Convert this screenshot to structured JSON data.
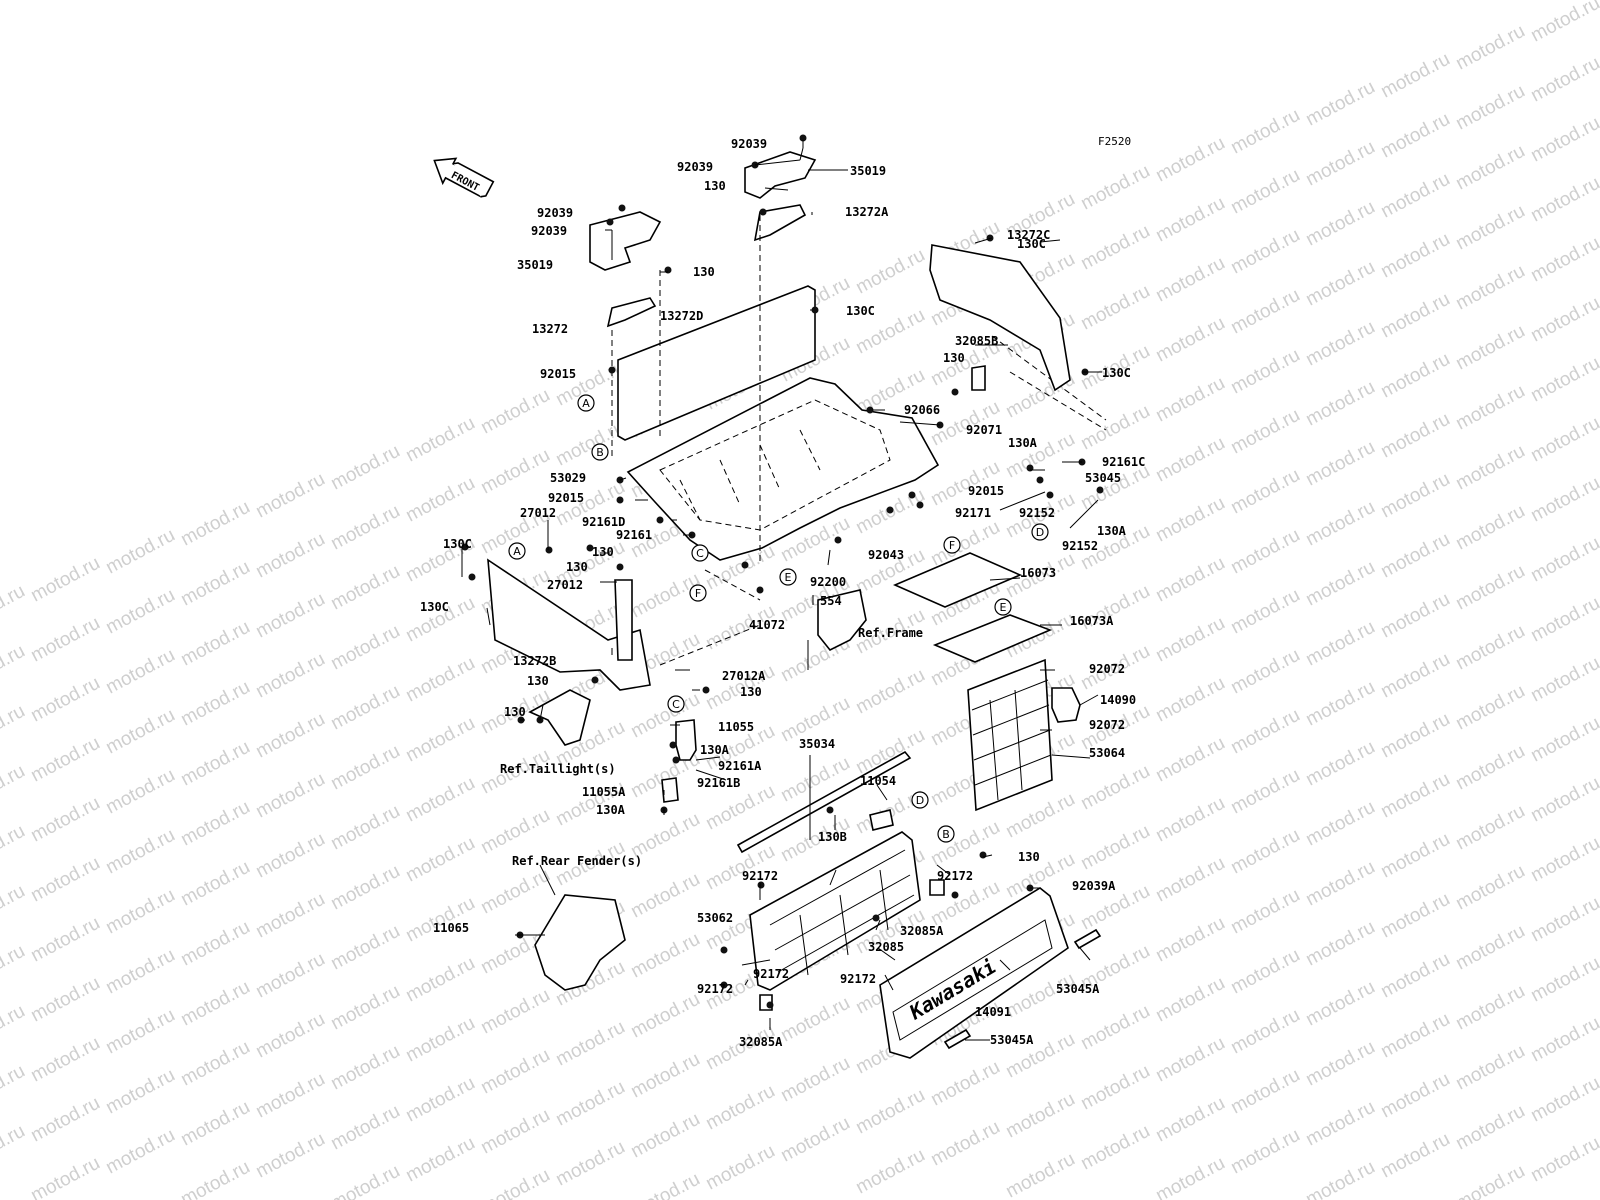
{
  "diagram": {
    "code": "F2520",
    "watermark": "motod.ru",
    "front_arrow": "FRONT",
    "brand_on_tailgate": "Kawasaki",
    "refs": {
      "frame": "Ref.Frame",
      "taillight": "Ref.Taillight(s)",
      "rear_fender": "Ref.Rear Fender(s)"
    },
    "callouts": {
      "a": "A",
      "b": "B",
      "c": "C",
      "d": "D",
      "e": "E",
      "f": "F"
    },
    "parts": {
      "p92039": "92039",
      "p92039a": "92039A",
      "p35019": "35019",
      "p130": "130",
      "p130a": "130A",
      "p130b": "130B",
      "p130c": "130C",
      "p13272": "13272",
      "p13272a": "13272A",
      "p13272b": "13272B",
      "p13272c": "13272C",
      "p13272d": "13272D",
      "p92015": "92015",
      "p53029": "53029",
      "p27012": "27012",
      "p27012a": "27012A",
      "p92161": "92161",
      "p92161a": "92161A",
      "p92161b": "92161B",
      "p92161c": "92161C",
      "p92161d": "92161D",
      "p41072": "41072",
      "p554": "554",
      "p92200": "92200",
      "p92043": "92043",
      "p92171": "92171",
      "p92066": "92066",
      "p92071": "92071",
      "p32085": "32085",
      "p32085a": "32085A",
      "p32085b": "32085B",
      "p53045": "53045",
      "p53045a": "53045A",
      "p92152": "92152",
      "p16073": "16073",
      "p16073a": "16073A",
      "p92072": "92072",
      "p14090": "14090",
      "p14091": "14091",
      "p53064": "53064",
      "p53062": "53062",
      "p35034": "35034",
      "p11054": "11054",
      "p11055": "11055",
      "p11055a": "11055A",
      "p11065": "11065",
      "p92172": "92172"
    }
  }
}
